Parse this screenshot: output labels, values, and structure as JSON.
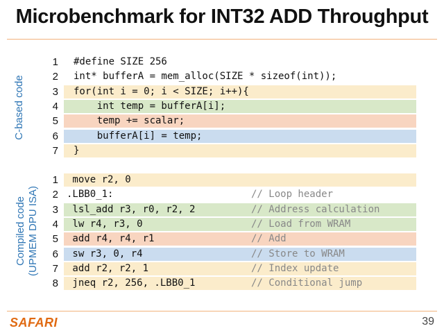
{
  "slide": {
    "title": "Microbenchmark for INT32 ADD Throughput",
    "page_number": "39",
    "logo_text": "SAFARI"
  },
  "colors": {
    "yellow": "#fbeccb",
    "green": "#d8e8c8",
    "orange": "#f8d5c0",
    "blue": "#cadcef",
    "label_blue": "#2f76b5",
    "logo_orange": "#e06a12"
  },
  "c_code": {
    "label": "C-based code",
    "lines": [
      {
        "num": "1",
        "text": "#define SIZE 256",
        "comment": "",
        "highlight": "none"
      },
      {
        "num": "2",
        "text": "int* bufferA = mem_alloc(SIZE * sizeof(int));",
        "comment": "",
        "highlight": "none"
      },
      {
        "num": "3",
        "text": "for(int i = 0; i < SIZE; i++){",
        "comment": "",
        "highlight": "yellow"
      },
      {
        "num": "4",
        "text": "    int temp = bufferA[i];",
        "comment": "",
        "highlight": "green"
      },
      {
        "num": "5",
        "text": "    temp += scalar;",
        "comment": "",
        "highlight": "orange"
      },
      {
        "num": "6",
        "text": "    bufferA[i] = temp;",
        "comment": "",
        "highlight": "blue"
      },
      {
        "num": "7",
        "text": "}",
        "comment": "",
        "highlight": "yellow"
      }
    ]
  },
  "asm_code": {
    "label_line1": "Compiled code",
    "label_line2": "(UPMEM DPU ISA)",
    "lines": [
      {
        "num": "1",
        "text": " move r2, 0",
        "comment": "",
        "highlight": "yellow"
      },
      {
        "num": "2",
        "text": ".LBB0_1:",
        "comment": "// Loop header",
        "highlight": "none"
      },
      {
        "num": "3",
        "text": " lsl_add r3, r0, r2, 2",
        "comment": "// Address calculation",
        "highlight": "green"
      },
      {
        "num": "4",
        "text": " lw r4, r3, 0",
        "comment": "// Load from WRAM",
        "highlight": "green"
      },
      {
        "num": "5",
        "text": " add r4, r4, r1",
        "comment": "// Add",
        "highlight": "orange"
      },
      {
        "num": "6",
        "text": " sw r3, 0, r4",
        "comment": "// Store to WRAM",
        "highlight": "blue"
      },
      {
        "num": "7",
        "text": " add r2, r2, 1",
        "comment": "// Index update",
        "highlight": "yellow"
      },
      {
        "num": "8",
        "text": " jneq r2, 256, .LBB0_1",
        "comment": "// Conditional jump",
        "highlight": "yellow"
      }
    ]
  }
}
